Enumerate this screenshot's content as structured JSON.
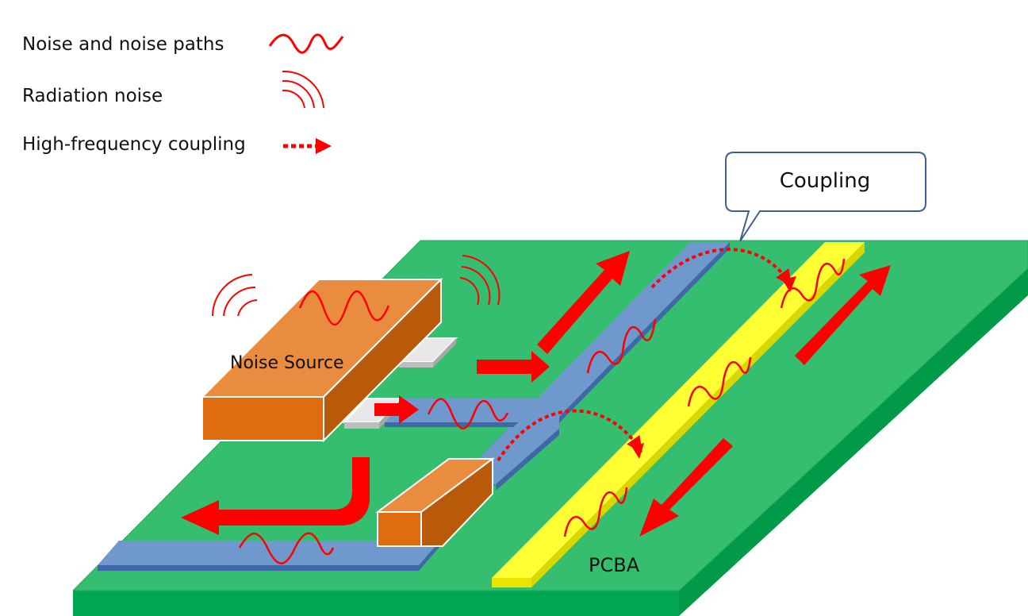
{
  "legend": {
    "noise_paths": "Noise and noise paths",
    "radiation": "Radiation noise",
    "hf_coupling": "High-frequency coupling"
  },
  "callout": {
    "text": "Coupling"
  },
  "labels": {
    "noise_source": "Noise Source",
    "pcba": "PCBA"
  },
  "colors": {
    "board_top": "#36be70",
    "board_side": "#00a651",
    "trace_top": "#6f98cc",
    "trace_side": "#4068a8",
    "strip_top": "#ffff33",
    "strip_side": "#d8d800",
    "component_top": "#ea8c40",
    "component_front": "#e06c10",
    "component_side": "#b95a0b",
    "noise": "#ff0000",
    "pad": "#d4d4d4"
  },
  "icons": {
    "noise": "sine-wave-icon",
    "radiation": "radiation-arcs-icon",
    "coupling": "dotted-arrow-icon"
  }
}
